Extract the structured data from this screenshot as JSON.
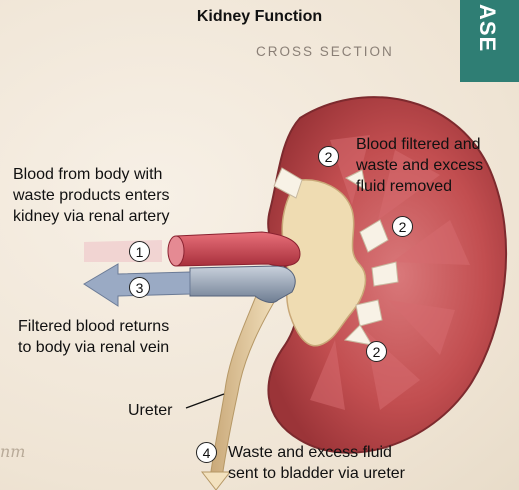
{
  "title": "Kidney Function",
  "subtitle": "CROSS SECTION",
  "banner_text": "ASE",
  "labels": {
    "blood_in": [
      "Blood from body with",
      "waste products enters",
      "kidney via renal artery"
    ],
    "filtered_return": [
      "Filtered blood returns",
      "to body via renal vein"
    ],
    "filtered": [
      "Blood filtered and",
      "waste and excess",
      "fluid removed"
    ],
    "ureter": "Ureter",
    "waste_out": [
      "Waste and excess fluid",
      "sent to bladder via ureter"
    ]
  },
  "steps": {
    "artery": "1",
    "vein": "3",
    "filter_top": "2",
    "filter_right": "2",
    "filter_bottom": "2",
    "ureter": "4"
  },
  "signature": "nm",
  "colors": {
    "banner": "#2f7e74",
    "artery": "#c8414d",
    "vein": "#8b98ab",
    "kidney_cortex": "#b94a4a",
    "pelvis": "#efdcb2"
  }
}
